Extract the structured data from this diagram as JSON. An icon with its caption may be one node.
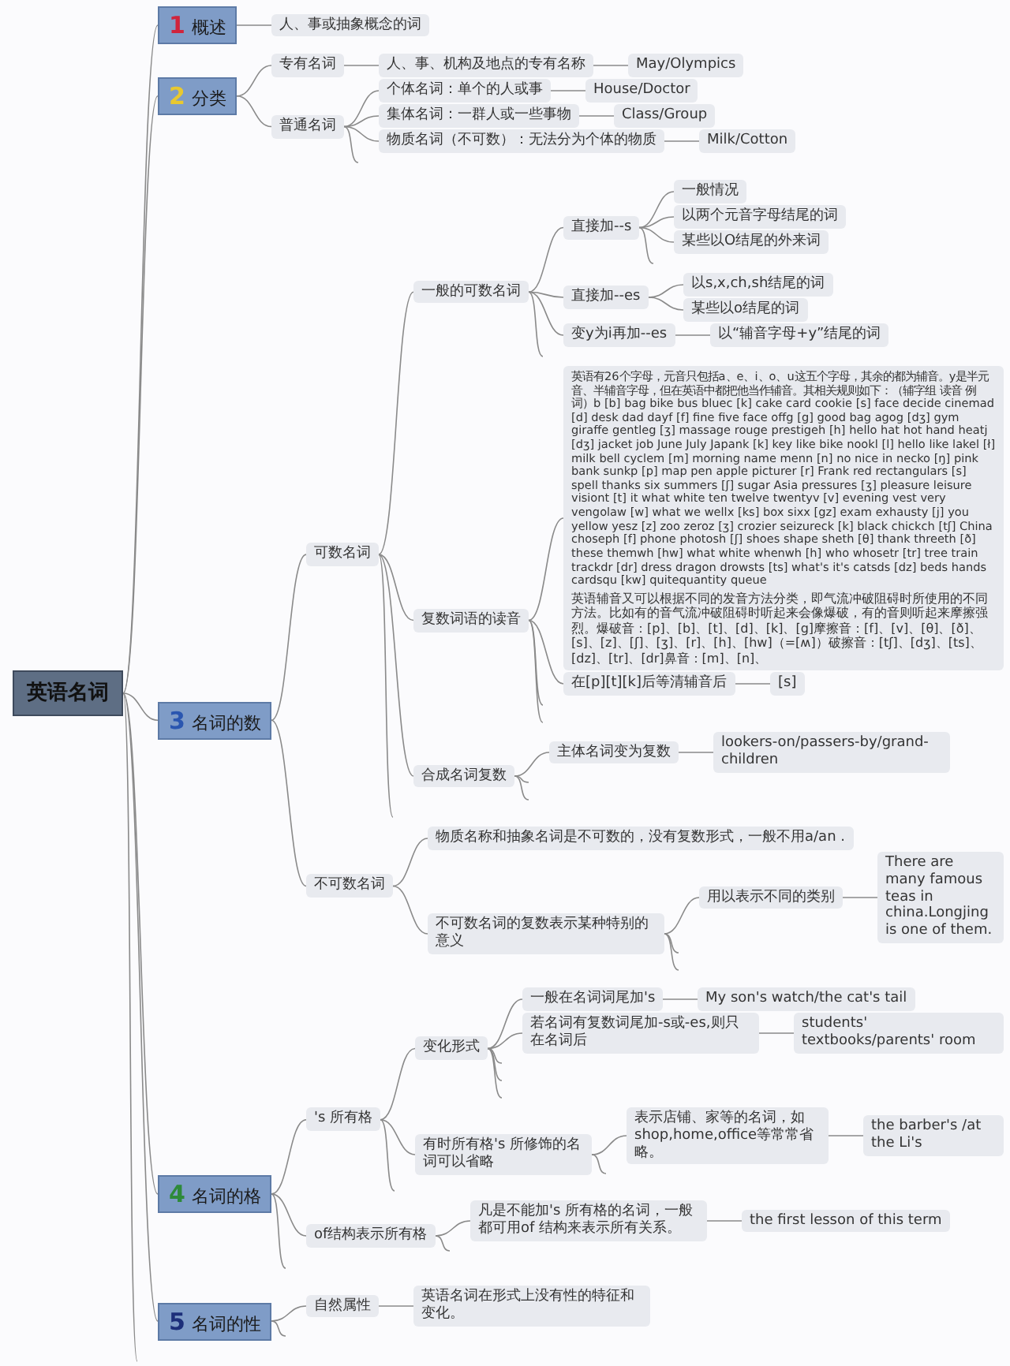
{
  "diagram": {
    "nodes": [
      {
        "text": [
          "英语名词"
        ]
      },
      {
        "text": [
          "1",
          "概述"
        ]
      },
      {
        "text": [
          "人、事或抽象概念的词"
        ]
      },
      {
        "text": [
          "2",
          "分类"
        ]
      },
      {
        "text": [
          "专有名词"
        ]
      },
      {
        "text": [
          "人、事、机构及地点的专有名称"
        ]
      },
      {
        "text": [
          "May/Olympics"
        ]
      },
      {
        "text": [
          "普通名词"
        ]
      },
      {
        "text": [
          "个体名词：单个的人或事"
        ]
      },
      {
        "text": [
          "House/Doctor"
        ]
      },
      {
        "text": [
          "集体名词：一群人或一些事物"
        ]
      },
      {
        "text": [
          "Class/Group"
        ]
      },
      {
        "text": [
          "物质名词（不可数）：无法分为个体的物质"
        ]
      },
      {
        "text": [
          "Milk/Cotton"
        ]
      },
      {
        "text": [
          "3",
          "名词的数"
        ]
      },
      {
        "text": [
          "可数名词"
        ]
      },
      {
        "text": [
          "一般的可数名词"
        ]
      },
      {
        "text": [
          "直接加--s"
        ]
      },
      {
        "text": [
          "一般情况"
        ]
      },
      {
        "text": [
          "以两个元音字母结尾的词"
        ]
      },
      {
        "text": [
          "某些以O结尾的外来词"
        ]
      },
      {
        "text": [
          "直接加--es"
        ]
      },
      {
        "text": [
          "以s,x,ch,sh结尾的词"
        ]
      },
      {
        "text": [
          "某些以o结尾的词"
        ]
      },
      {
        "text": [
          "变y为i再加--es"
        ]
      },
      {
        "text": [
          "以“辅音字母+y”结尾的词"
        ]
      },
      {
        "text": [
          "复数词语的读音"
        ]
      },
      {
        "text": [
          "英语有26个字母，元音只包括a、e、i、o、u这五个字母，其余的都为辅音。y是半元音、半辅音字母，但在英语中都把他当作辅音。其相关规则如下：（辅字组 读音 例词）b [b] bag bike bus bluec [k] cake card cookie [s] face decide cinemad [d] desk dad dayf [f] fine five face offg [g] good bag agog [dʒ] gym giraffe gentleg [ʒ] massage rouge prestigeh [h] hello hat hot hand heatj [dʒ] jacket job June July Japank [k] key like bike nookl [l] hello like lakel [ł] milk bell cyclem [m] morning name menn [n] no nice in necko [ŋ] pink bank sunkp [p] map pen apple picturer [r] Frank red rectangulars [s] spell thanks six summers [ʃ] sugar Asia pressures [ʒ] pleasure leisure visiont [t] it what white ten twelve twentyv [v] evening vest very vengolaw [w] what we wellx [ks] box sixx [gz] exam exhausty [j] you yellow yesz [z] zoo zeroz [ʒ] crozier seizureck [k] black chickch [tʃ] China choseph [f] phone photosh [ʃ] shoes shape sheth [θ] thank threeth [ð] these themwh [hw] what white whenwh [h] who whosetr [tr] tree train trackdr [dr] dress dragon drowsts [ts] what's it's catsds [dz] beds hands cardsqu [kw] quitequantity queue",
          "英语辅音又可以根据不同的发音方法分类，即气流冲破阻碍时所使用的不同方法。比如有的音气流冲破阻碍时听起来会像爆破，有的音则听起来摩擦强烈。爆破音：[p]、[b]、[t]、[d]、[k]、[g]摩擦音：[f]、[v]、[θ]、[ð]、[s]、[z]、[ʃ]、[ʒ]、[r]、[h]、[hw]（=[ʍ]）破擦音：[tʃ]、[dʒ]、[ts]、[dz]、[tr]、[dr]鼻音：[m]、[n]、"
        ]
      },
      {
        "text": [
          "在[p][t][k]后等清辅音后"
        ]
      },
      {
        "text": [
          "[s]"
        ]
      },
      {
        "text": [
          "合成名词复数"
        ]
      },
      {
        "text": [
          "主体名词变为复数"
        ]
      },
      {
        "text": [
          "lookers-on/passers-by/grand-children"
        ]
      },
      {
        "text": [
          "不可数名词"
        ]
      },
      {
        "text": [
          "物质名称和抽象名词是不可数的，没有复数形式，一般不用a/an ."
        ]
      },
      {
        "text": [
          "不可数名词的复数表示某种特别的意义"
        ]
      },
      {
        "text": [
          "用以表示不同的类别"
        ]
      },
      {
        "text": [
          "There are many famous teas in china.Longjing is one of them."
        ]
      },
      {
        "text": [
          "4",
          "名词的格"
        ]
      },
      {
        "text": [
          "'s 所有格"
        ]
      },
      {
        "text": [
          "变化形式"
        ]
      },
      {
        "text": [
          "一般在名词词尾加's"
        ]
      },
      {
        "text": [
          "My son's watch/the cat's tail"
        ]
      },
      {
        "text": [
          "若名词有复数词尾加-s或-es,则只在名词后"
        ]
      },
      {
        "text": [
          "students' textbooks/parents' room"
        ]
      },
      {
        "text": [
          "有时所有格's 所修饰的名词可以省略"
        ]
      },
      {
        "text": [
          "表示店铺、家等的名词，如shop,home,office等常常省略。"
        ]
      },
      {
        "text": [
          "the barber's /at the Li's"
        ]
      },
      {
        "text": [
          "of结构表示所有格"
        ]
      },
      {
        "text": [
          "凡是不能加's 所有格的名词，一般都可用of 结构来表示所有关系。"
        ]
      },
      {
        "text": [
          "the first lesson of this term"
        ]
      },
      {
        "text": [
          "5",
          "名词的性"
        ]
      },
      {
        "text": [
          "自然属性"
        ]
      },
      {
        "text": [
          "英语名词在形式上没有性的特征和变化。"
        ]
      }
    ],
    "edges": [
      {
        "from": 0,
        "to": 1,
        "arrow": "none"
      },
      {
        "from": 1,
        "to": 2,
        "arrow": "none"
      },
      {
        "from": 0,
        "to": 3,
        "arrow": "none"
      },
      {
        "from": 3,
        "to": 4,
        "arrow": "none"
      },
      {
        "from": 4,
        "to": 5,
        "arrow": "none"
      },
      {
        "from": 5,
        "to": 6,
        "arrow": "none"
      },
      {
        "from": 3,
        "to": 7,
        "arrow": "none"
      },
      {
        "from": 7,
        "to": 8,
        "arrow": "none"
      },
      {
        "from": 8,
        "to": 9,
        "arrow": "none"
      },
      {
        "from": 7,
        "to": 10,
        "arrow": "none"
      },
      {
        "from": 10,
        "to": 11,
        "arrow": "none"
      },
      {
        "from": 7,
        "to": 12,
        "arrow": "none"
      },
      {
        "from": 12,
        "to": 13,
        "arrow": "none"
      },
      {
        "from": 7,
        "to": null,
        "arrow": "none"
      },
      {
        "from": 0,
        "to": 14,
        "arrow": "none"
      },
      {
        "from": 14,
        "to": 15,
        "arrow": "none"
      },
      {
        "from": 15,
        "to": 16,
        "arrow": "none"
      },
      {
        "from": 16,
        "to": 17,
        "arrow": "none"
      },
      {
        "from": 17,
        "to": 18,
        "arrow": "none"
      },
      {
        "from": 17,
        "to": 19,
        "arrow": "none"
      },
      {
        "from": 17,
        "to": 20,
        "arrow": "none"
      },
      {
        "from": 17,
        "to": null,
        "arrow": "none"
      },
      {
        "from": 16,
        "to": 21,
        "arrow": "none"
      },
      {
        "from": 21,
        "to": 22,
        "arrow": "none"
      },
      {
        "from": 21,
        "to": 23,
        "arrow": "none"
      },
      {
        "from": 16,
        "to": 24,
        "arrow": "none"
      },
      {
        "from": 24,
        "to": 25,
        "arrow": "none"
      },
      {
        "from": 16,
        "to": null,
        "arrow": "none"
      },
      {
        "from": 15,
        "to": 26,
        "arrow": "none"
      },
      {
        "from": 26,
        "to": 27,
        "arrow": "none"
      },
      {
        "from": 26,
        "to": 28,
        "arrow": "none"
      },
      {
        "from": 28,
        "to": 29,
        "arrow": "none"
      },
      {
        "from": 26,
        "to": null,
        "arrow": "none"
      },
      {
        "from": 26,
        "to": null,
        "arrow": "none"
      },
      {
        "from": 15,
        "to": 30,
        "arrow": "none"
      },
      {
        "from": 30,
        "to": 31,
        "arrow": "none"
      },
      {
        "from": 31,
        "to": 32,
        "arrow": "none"
      },
      {
        "from": 30,
        "to": null,
        "arrow": "none"
      },
      {
        "from": 30,
        "to": null,
        "arrow": "none"
      },
      {
        "from": 15,
        "to": null,
        "arrow": "none"
      },
      {
        "from": 14,
        "to": 33,
        "arrow": "none"
      },
      {
        "from": 33,
        "to": 34,
        "arrow": "none"
      },
      {
        "from": 33,
        "to": 35,
        "arrow": "none"
      },
      {
        "from": 35,
        "to": 36,
        "arrow": "none"
      },
      {
        "from": 36,
        "to": 37,
        "arrow": "none"
      },
      {
        "from": 35,
        "to": null,
        "arrow": "none"
      },
      {
        "from": 35,
        "to": null,
        "arrow": "none"
      },
      {
        "from": 0,
        "to": 38,
        "arrow": "none"
      },
      {
        "from": 38,
        "to": 39,
        "arrow": "none"
      },
      {
        "from": 39,
        "to": 40,
        "arrow": "none"
      },
      {
        "from": 40,
        "to": 41,
        "arrow": "none"
      },
      {
        "from": 41,
        "to": 42,
        "arrow": "none"
      },
      {
        "from": 40,
        "to": 43,
        "arrow": "none"
      },
      {
        "from": 43,
        "to": 44,
        "arrow": "none"
      },
      {
        "from": 40,
        "to": null,
        "arrow": "none"
      },
      {
        "from": 40,
        "to": null,
        "arrow": "none"
      },
      {
        "from": 40,
        "to": null,
        "arrow": "none"
      },
      {
        "from": 39,
        "to": 45,
        "arrow": "none"
      },
      {
        "from": 45,
        "to": 46,
        "arrow": "none"
      },
      {
        "from": 46,
        "to": 47,
        "arrow": "none"
      },
      {
        "from": 45,
        "to": null,
        "arrow": "none"
      },
      {
        "from": 39,
        "to": null,
        "arrow": "none"
      },
      {
        "from": 38,
        "to": 48,
        "arrow": "none"
      },
      {
        "from": 48,
        "to": 49,
        "arrow": "none"
      },
      {
        "from": 49,
        "to": 50,
        "arrow": "none"
      },
      {
        "from": 48,
        "to": null,
        "arrow": "none"
      },
      {
        "from": 38,
        "to": null,
        "arrow": "none"
      },
      {
        "from": 0,
        "to": 51,
        "arrow": "none"
      },
      {
        "from": 51,
        "to": 52,
        "arrow": "none"
      },
      {
        "from": 52,
        "to": 53,
        "arrow": "none"
      },
      {
        "from": 51,
        "to": null,
        "arrow": "none"
      },
      {
        "from": 0,
        "to": null,
        "arrow": "none"
      }
    ]
  }
}
